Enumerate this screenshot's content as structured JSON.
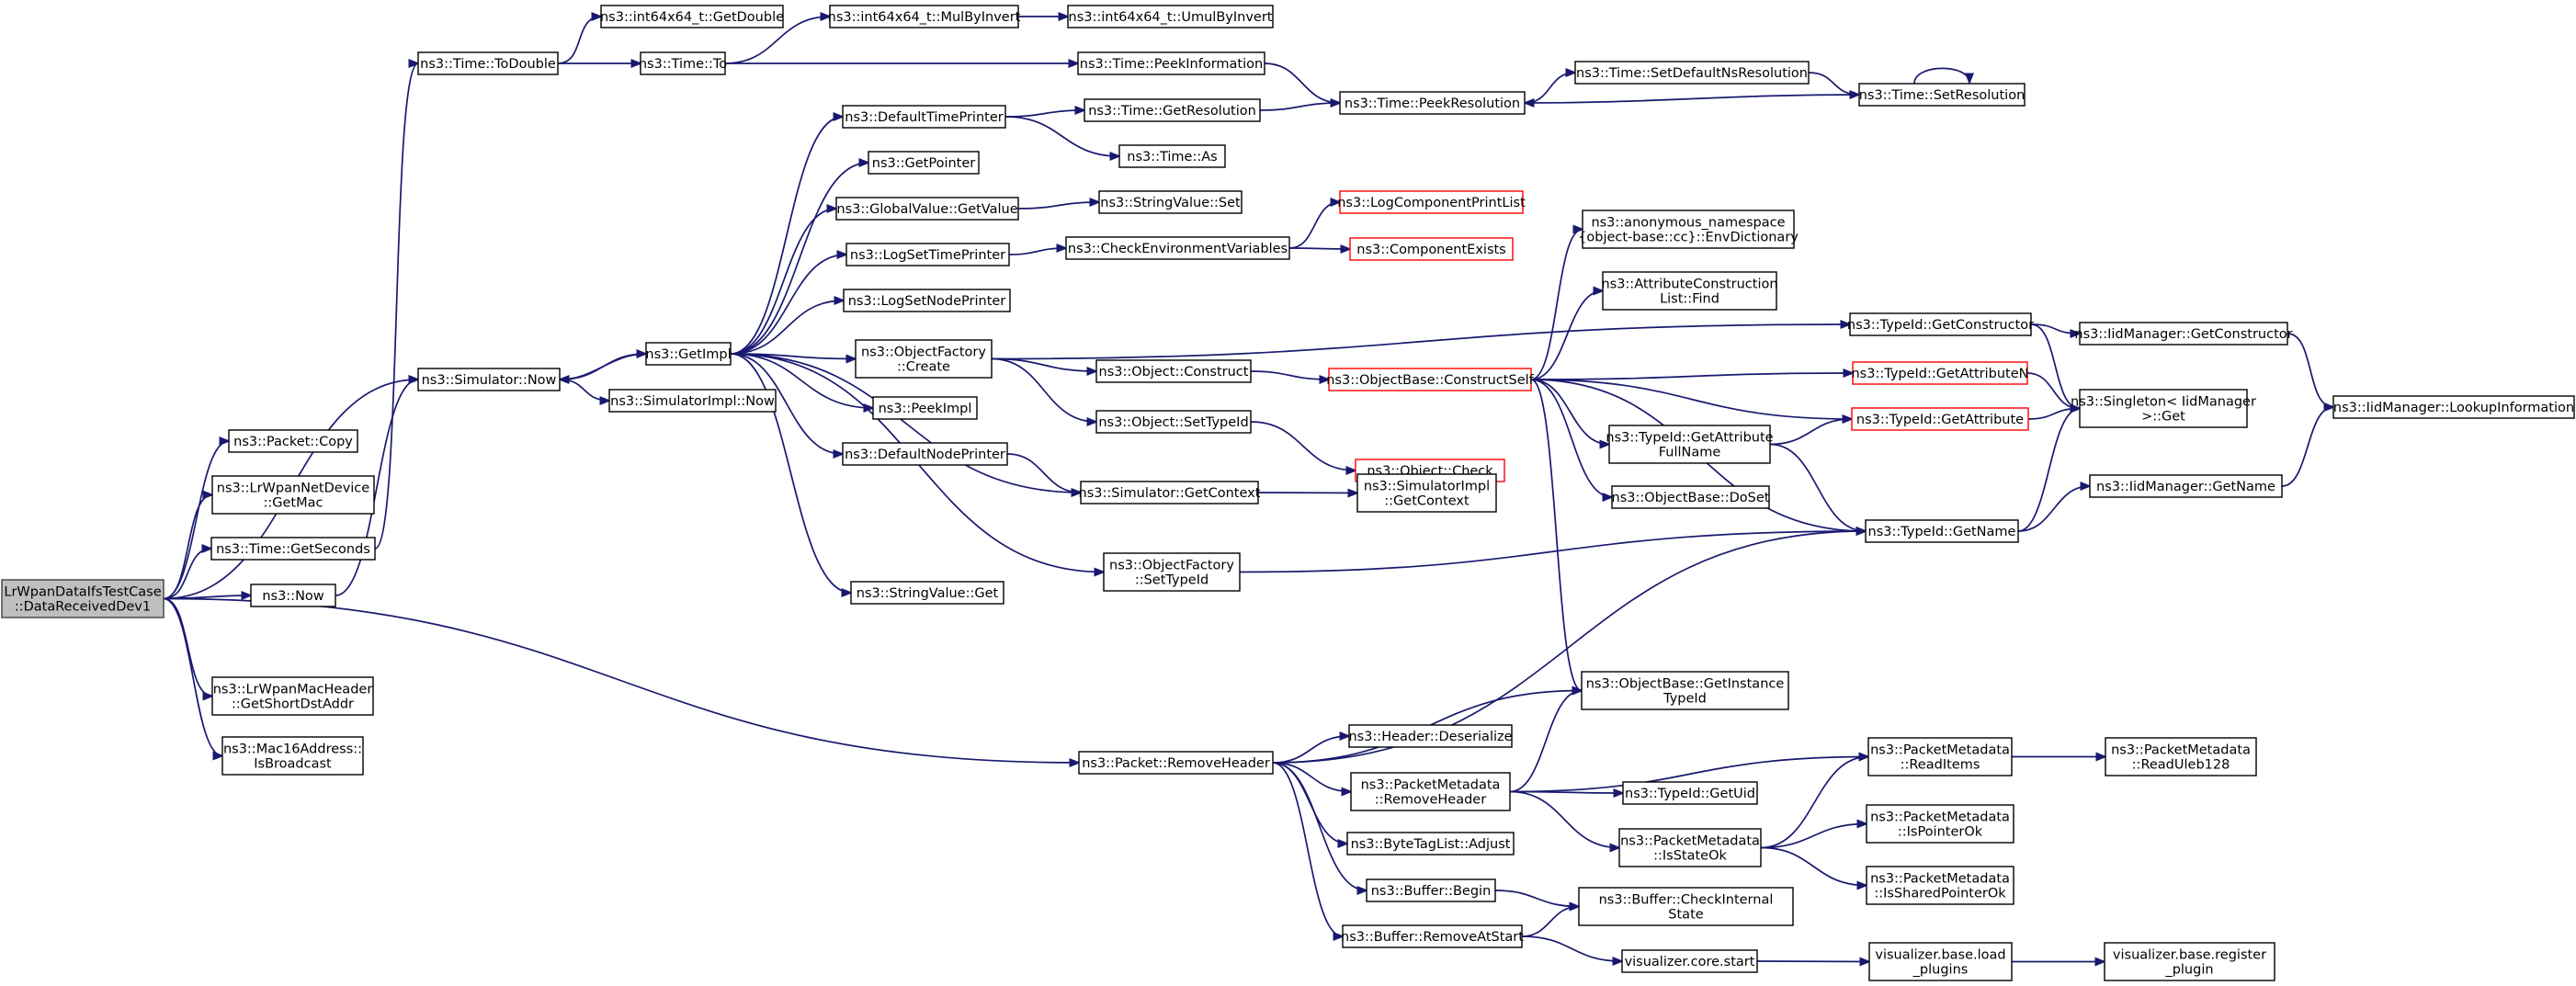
{
  "diagram": {
    "root": "n0",
    "nodes": [
      {
        "id": "n0",
        "lines": [
          "LrWpanDataIfsTestCase",
          "::DataReceivedDev1"
        ],
        "style": "root"
      },
      {
        "id": "n1",
        "lines": [
          "ns3::Time::ToDouble"
        ]
      },
      {
        "id": "n2",
        "lines": [
          "ns3::int64x64_t::GetDouble"
        ]
      },
      {
        "id": "n3",
        "lines": [
          "ns3::Time::To"
        ]
      },
      {
        "id": "n4",
        "lines": [
          "ns3::int64x64_t::MulByInvert"
        ]
      },
      {
        "id": "n5",
        "lines": [
          "ns3::int64x64_t::UmulByInvert"
        ]
      },
      {
        "id": "n6",
        "lines": [
          "ns3::Time::PeekInformation"
        ]
      },
      {
        "id": "n7",
        "lines": [
          "ns3::Time::PeekResolution"
        ]
      },
      {
        "id": "n8",
        "lines": [
          "ns3::Time::SetDefaultNsResolution"
        ]
      },
      {
        "id": "n9",
        "lines": [
          "ns3::Time::SetResolution"
        ]
      },
      {
        "id": "n10",
        "lines": [
          "ns3::DefaultTimePrinter"
        ]
      },
      {
        "id": "n11",
        "lines": [
          "ns3::Time::GetResolution"
        ]
      },
      {
        "id": "n12",
        "lines": [
          "ns3::Time::As"
        ]
      },
      {
        "id": "n13",
        "lines": [
          "ns3::GetPointer"
        ]
      },
      {
        "id": "n14",
        "lines": [
          "ns3::GlobalValue::GetValue"
        ]
      },
      {
        "id": "n15",
        "lines": [
          "ns3::StringValue::Set"
        ]
      },
      {
        "id": "n16",
        "lines": [
          "ns3::LogSetTimePrinter"
        ]
      },
      {
        "id": "n17",
        "lines": [
          "ns3::CheckEnvironmentVariables"
        ]
      },
      {
        "id": "n18",
        "lines": [
          "ns3::LogComponentPrintList"
        ],
        "style": "red"
      },
      {
        "id": "n19",
        "lines": [
          "ns3::ComponentExists"
        ],
        "style": "red"
      },
      {
        "id": "n20",
        "lines": [
          "ns3::LogSetNodePrinter"
        ]
      },
      {
        "id": "n21",
        "lines": [
          "ns3::Simulator::Now"
        ]
      },
      {
        "id": "n22",
        "lines": [
          "ns3::GetImpl"
        ]
      },
      {
        "id": "n23",
        "lines": [
          "ns3::SimulatorImpl::Now"
        ]
      },
      {
        "id": "n24",
        "lines": [
          "ns3::ObjectFactory",
          "::Create"
        ]
      },
      {
        "id": "n25",
        "lines": [
          "ns3::Object::Construct"
        ]
      },
      {
        "id": "n26",
        "lines": [
          "ns3::ObjectBase::ConstructSelf"
        ],
        "style": "red"
      },
      {
        "id": "n27",
        "lines": [
          "ns3::anonymous_namespace",
          "{object-base::cc}::EnvDictionary"
        ]
      },
      {
        "id": "n28",
        "lines": [
          "ns3::AttributeConstruction",
          "List::Find"
        ]
      },
      {
        "id": "n29",
        "lines": [
          "ns3::TypeId::GetConstructor"
        ]
      },
      {
        "id": "n30",
        "lines": [
          "ns3::IidManager::GetConstructor"
        ]
      },
      {
        "id": "n31",
        "lines": [
          "ns3::IidManager::LookupInformation"
        ]
      },
      {
        "id": "n32",
        "lines": [
          "ns3::TypeId::GetAttributeN"
        ],
        "style": "red"
      },
      {
        "id": "n33",
        "lines": [
          "ns3::Singleton< IidManager",
          " >::Get"
        ]
      },
      {
        "id": "n34",
        "lines": [
          "ns3::TypeId::GetAttribute"
        ],
        "style": "red"
      },
      {
        "id": "n35",
        "lines": [
          "ns3::TypeId::GetAttribute",
          "FullName"
        ]
      },
      {
        "id": "n36",
        "lines": [
          "ns3::ObjectBase::DoSet"
        ]
      },
      {
        "id": "n37",
        "lines": [
          "ns3::TypeId::GetName"
        ]
      },
      {
        "id": "n38",
        "lines": [
          "ns3::IidManager::GetName"
        ]
      },
      {
        "id": "n39",
        "lines": [
          "ns3::PeekImpl"
        ]
      },
      {
        "id": "n40",
        "lines": [
          "ns3::Object::SetTypeId"
        ]
      },
      {
        "id": "n41",
        "lines": [
          "ns3::Object::Check"
        ],
        "style": "red"
      },
      {
        "id": "n42",
        "lines": [
          "ns3::DefaultNodePrinter"
        ]
      },
      {
        "id": "n43",
        "lines": [
          "ns3::Simulator::GetContext"
        ]
      },
      {
        "id": "n44",
        "lines": [
          "ns3::SimulatorImpl",
          "::GetContext"
        ]
      },
      {
        "id": "n45",
        "lines": [
          "ns3::ObjectFactory",
          "::SetTypeId"
        ]
      },
      {
        "id": "n46",
        "lines": [
          "ns3::StringValue::Get"
        ]
      },
      {
        "id": "n47",
        "lines": [
          "ns3::Packet::Copy"
        ]
      },
      {
        "id": "n48",
        "lines": [
          "ns3::LrWpanNetDevice",
          "::GetMac"
        ]
      },
      {
        "id": "n49",
        "lines": [
          "ns3::Time::GetSeconds"
        ]
      },
      {
        "id": "n50",
        "lines": [
          "ns3::Now"
        ]
      },
      {
        "id": "n51",
        "lines": [
          "ns3::LrWpanMacHeader",
          "::GetShortDstAddr"
        ]
      },
      {
        "id": "n52",
        "lines": [
          "ns3::Mac16Address::",
          "IsBroadcast"
        ]
      },
      {
        "id": "n53",
        "lines": [
          "ns3::Packet::RemoveHeader"
        ]
      },
      {
        "id": "n54",
        "lines": [
          "ns3::ObjectBase::GetInstance",
          "TypeId"
        ]
      },
      {
        "id": "n55",
        "lines": [
          "ns3::Header::Deserialize"
        ]
      },
      {
        "id": "n56",
        "lines": [
          "ns3::PacketMetadata",
          "::RemoveHeader"
        ]
      },
      {
        "id": "n57",
        "lines": [
          "ns3::PacketMetadata",
          "::ReadItems"
        ]
      },
      {
        "id": "n58",
        "lines": [
          "ns3::PacketMetadata",
          "::ReadUleb128"
        ]
      },
      {
        "id": "n59",
        "lines": [
          "ns3::TypeId::GetUid"
        ]
      },
      {
        "id": "n60",
        "lines": [
          "ns3::PacketMetadata",
          "::IsStateOk"
        ]
      },
      {
        "id": "n61",
        "lines": [
          "ns3::PacketMetadata",
          "::IsPointerOk"
        ]
      },
      {
        "id": "n62",
        "lines": [
          "ns3::PacketMetadata",
          "::IsSharedPointerOk"
        ]
      },
      {
        "id": "n63",
        "lines": [
          "ns3::ByteTagList::Adjust"
        ]
      },
      {
        "id": "n64",
        "lines": [
          "ns3::Buffer::Begin"
        ]
      },
      {
        "id": "n65",
        "lines": [
          "ns3::Buffer::CheckInternal",
          "State"
        ]
      },
      {
        "id": "n66",
        "lines": [
          "ns3::Buffer::RemoveAtStart"
        ]
      },
      {
        "id": "n67",
        "lines": [
          "visualizer.core.start"
        ]
      },
      {
        "id": "n68",
        "lines": [
          "visualizer.base.load",
          "_plugins"
        ]
      },
      {
        "id": "n69",
        "lines": [
          "visualizer.base.register",
          "_plugin"
        ]
      }
    ],
    "edges": [
      [
        "n0",
        "n47"
      ],
      [
        "n0",
        "n48"
      ],
      [
        "n0",
        "n49"
      ],
      [
        "n0",
        "n50"
      ],
      [
        "n0",
        "n51"
      ],
      [
        "n0",
        "n52"
      ],
      [
        "n0",
        "n53"
      ],
      [
        "n0",
        "n21"
      ],
      [
        "n49",
        "n1"
      ],
      [
        "n50",
        "n21"
      ],
      [
        "n1",
        "n2"
      ],
      [
        "n1",
        "n3"
      ],
      [
        "n3",
        "n4"
      ],
      [
        "n3",
        "n6"
      ],
      [
        "n4",
        "n5"
      ],
      [
        "n6",
        "n7"
      ],
      [
        "n7",
        "n8"
      ],
      [
        "n8",
        "n9"
      ],
      [
        "n9",
        "n7"
      ],
      [
        "n9",
        "n9"
      ],
      [
        "n10",
        "n11"
      ],
      [
        "n10",
        "n12"
      ],
      [
        "n11",
        "n7"
      ],
      [
        "n21",
        "n22"
      ],
      [
        "n21",
        "n23"
      ],
      [
        "n22",
        "n10"
      ],
      [
        "n22",
        "n13"
      ],
      [
        "n22",
        "n14"
      ],
      [
        "n22",
        "n16"
      ],
      [
        "n22",
        "n20"
      ],
      [
        "n22",
        "n24"
      ],
      [
        "n22",
        "n39"
      ],
      [
        "n22",
        "n42"
      ],
      [
        "n22",
        "n43"
      ],
      [
        "n22",
        "n45"
      ],
      [
        "n22",
        "n46"
      ],
      [
        "n22",
        "n21"
      ],
      [
        "n14",
        "n15"
      ],
      [
        "n16",
        "n17"
      ],
      [
        "n17",
        "n18"
      ],
      [
        "n17",
        "n19"
      ],
      [
        "n24",
        "n25"
      ],
      [
        "n24",
        "n40"
      ],
      [
        "n24",
        "n29"
      ],
      [
        "n25",
        "n26"
      ],
      [
        "n26",
        "n27"
      ],
      [
        "n26",
        "n28"
      ],
      [
        "n26",
        "n32"
      ],
      [
        "n26",
        "n34"
      ],
      [
        "n26",
        "n35"
      ],
      [
        "n26",
        "n36"
      ],
      [
        "n26",
        "n37"
      ],
      [
        "n26",
        "n54"
      ],
      [
        "n29",
        "n30"
      ],
      [
        "n29",
        "n33"
      ],
      [
        "n30",
        "n31"
      ],
      [
        "n32",
        "n33"
      ],
      [
        "n34",
        "n33"
      ],
      [
        "n35",
        "n34"
      ],
      [
        "n35",
        "n37"
      ],
      [
        "n37",
        "n33"
      ],
      [
        "n37",
        "n38"
      ],
      [
        "n38",
        "n31"
      ],
      [
        "n40",
        "n41"
      ],
      [
        "n42",
        "n43"
      ],
      [
        "n43",
        "n44"
      ],
      [
        "n45",
        "n37"
      ],
      [
        "n53",
        "n54"
      ],
      [
        "n53",
        "n55"
      ],
      [
        "n53",
        "n56"
      ],
      [
        "n53",
        "n63"
      ],
      [
        "n53",
        "n64"
      ],
      [
        "n53",
        "n66"
      ],
      [
        "n53",
        "n37"
      ],
      [
        "n56",
        "n54"
      ],
      [
        "n56",
        "n57"
      ],
      [
        "n56",
        "n59"
      ],
      [
        "n56",
        "n60"
      ],
      [
        "n57",
        "n58"
      ],
      [
        "n60",
        "n57"
      ],
      [
        "n60",
        "n61"
      ],
      [
        "n60",
        "n62"
      ],
      [
        "n64",
        "n65"
      ],
      [
        "n66",
        "n65"
      ],
      [
        "n66",
        "n67"
      ],
      [
        "n67",
        "n68"
      ],
      [
        "n68",
        "n69"
      ]
    ]
  }
}
